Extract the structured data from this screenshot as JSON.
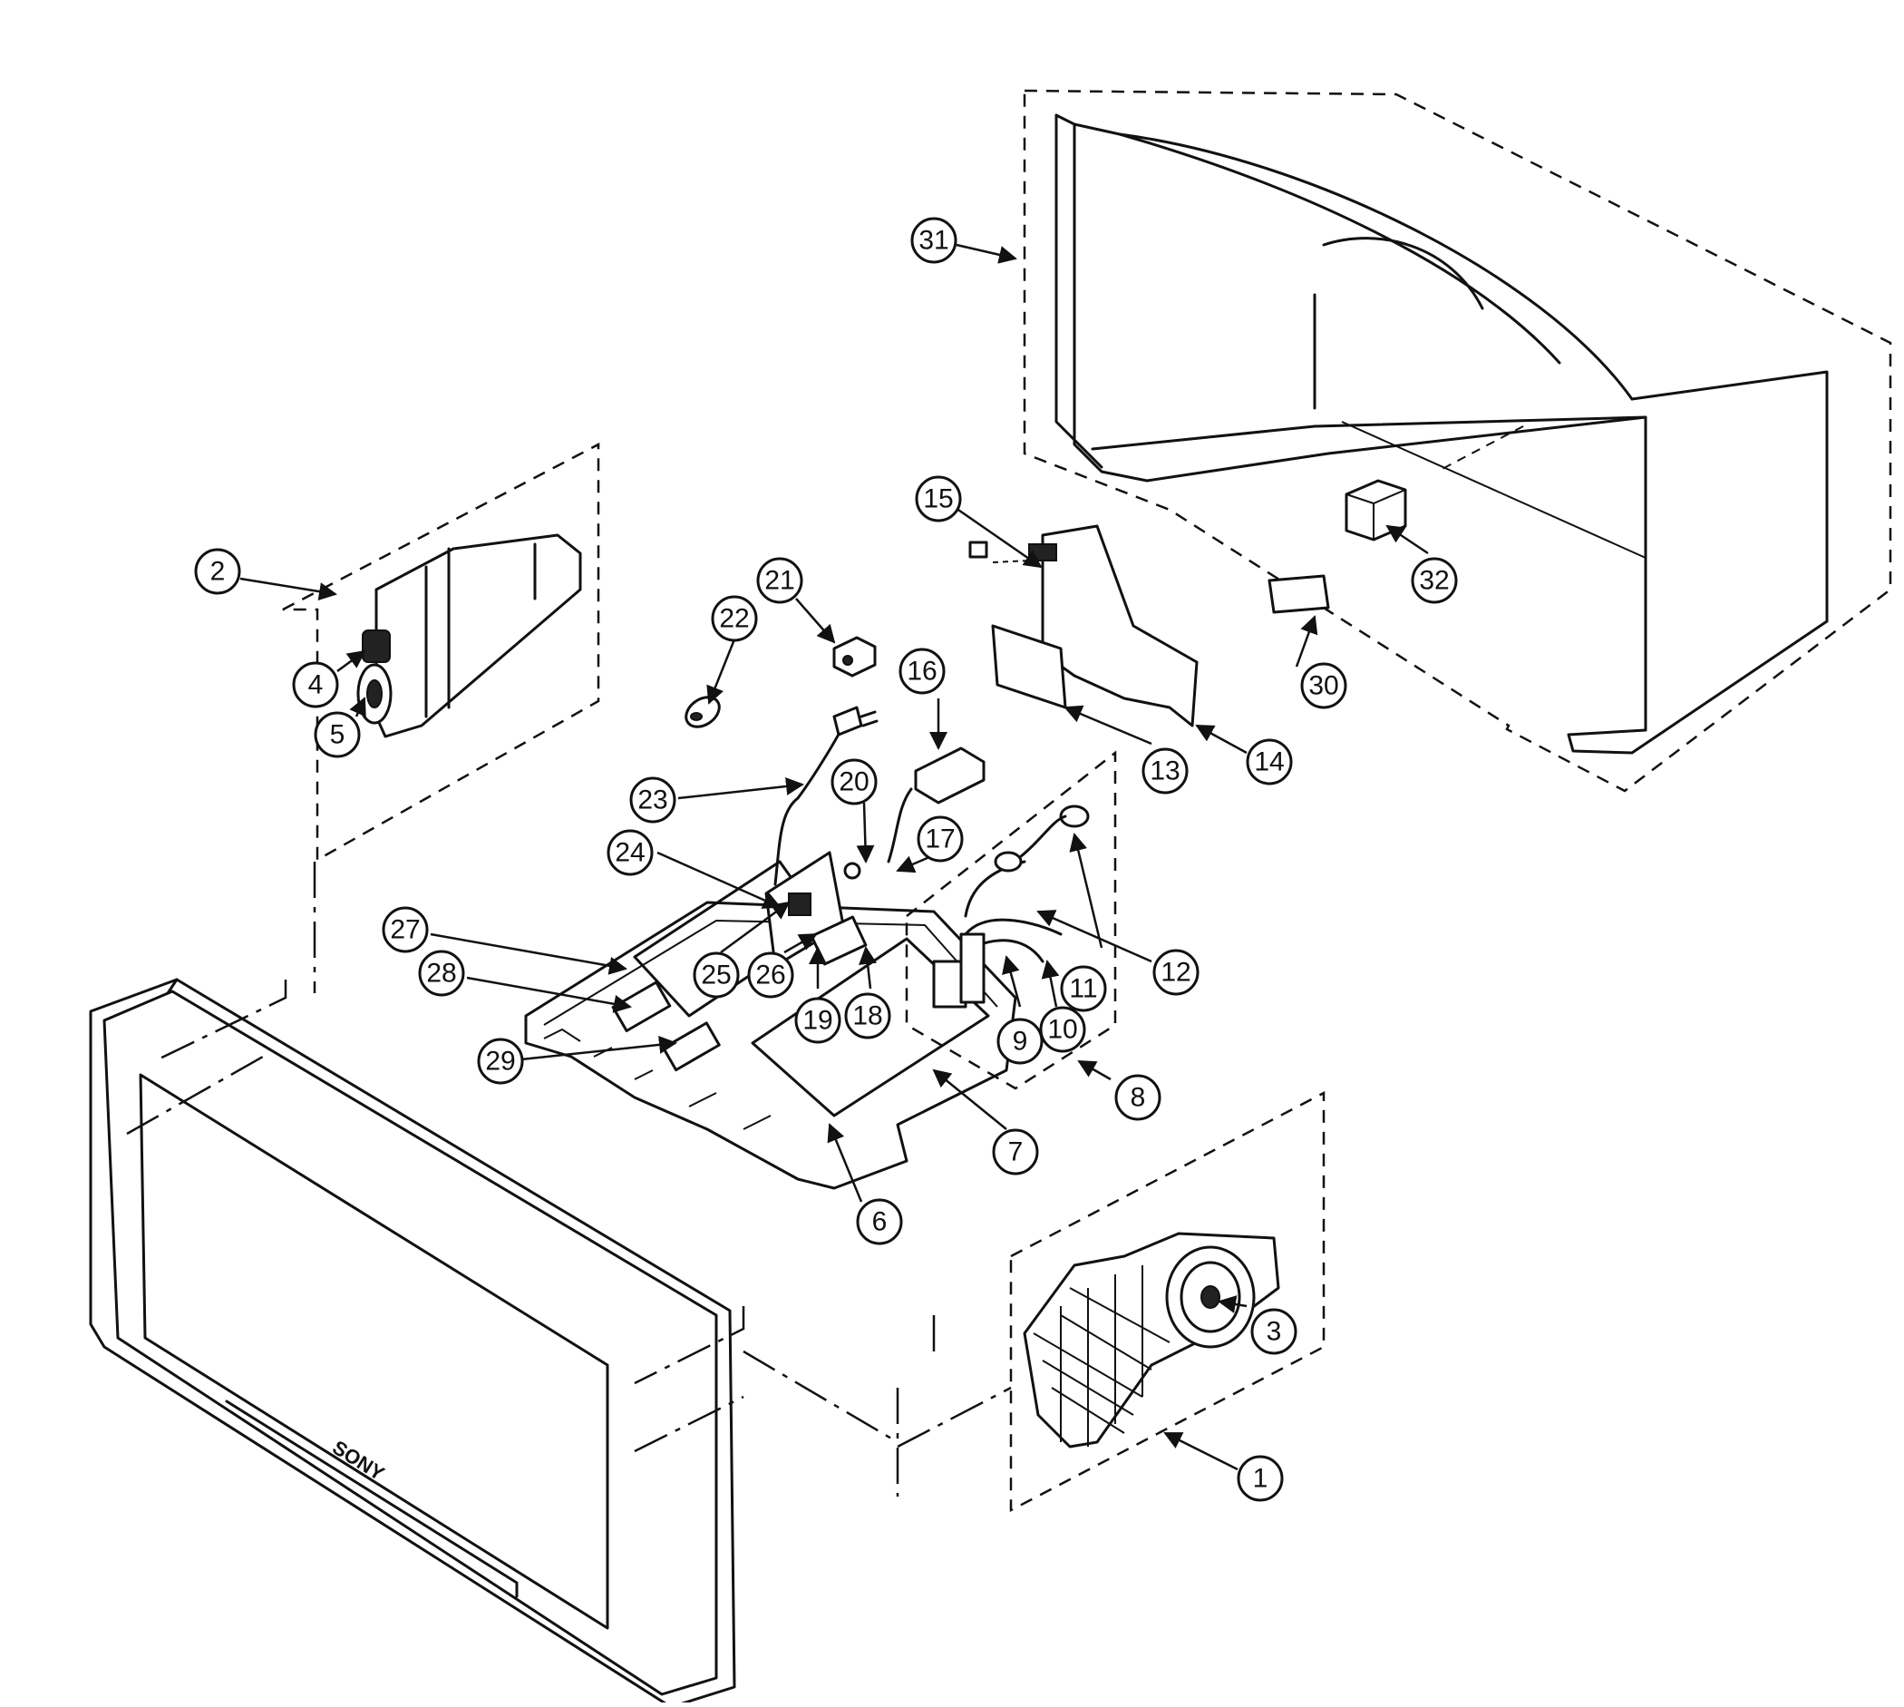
{
  "diagram": {
    "brand_text": "SONY",
    "callouts": [
      "1",
      "2",
      "3",
      "4",
      "5",
      "6",
      "7",
      "8",
      "9",
      "10",
      "11",
      "12",
      "13",
      "14",
      "15",
      "16",
      "17",
      "18",
      "19",
      "20",
      "21",
      "22",
      "23",
      "24",
      "25",
      "26",
      "27",
      "28",
      "29",
      "30",
      "31",
      "32"
    ]
  }
}
